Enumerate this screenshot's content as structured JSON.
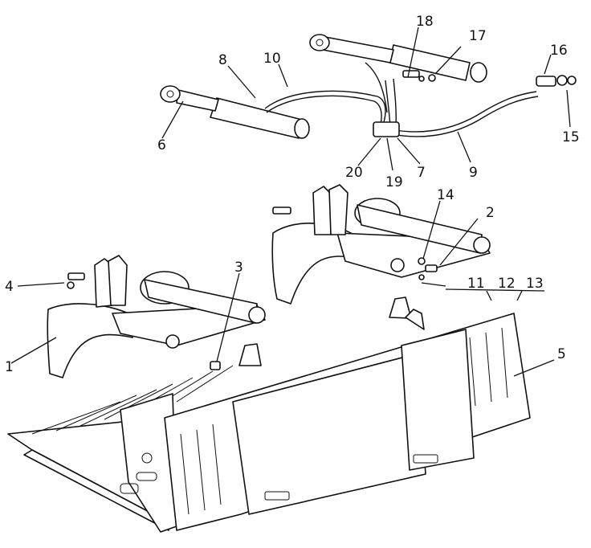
{
  "callouts": [
    {
      "id": "1",
      "text": "1"
    },
    {
      "id": "2",
      "text": "2"
    },
    {
      "id": "3",
      "text": "3"
    },
    {
      "id": "4",
      "text": "4"
    },
    {
      "id": "5",
      "text": "5"
    },
    {
      "id": "6",
      "text": "6"
    },
    {
      "id": "7",
      "text": "7"
    },
    {
      "id": "8",
      "text": "8"
    },
    {
      "id": "9",
      "text": "9"
    },
    {
      "id": "10",
      "text": "10"
    },
    {
      "id": "11",
      "text": "11"
    },
    {
      "id": "12",
      "text": "12"
    },
    {
      "id": "13",
      "text": "13"
    },
    {
      "id": "14",
      "text": "14"
    },
    {
      "id": "15",
      "text": "15"
    },
    {
      "id": "16",
      "text": "16"
    },
    {
      "id": "17",
      "text": "17"
    },
    {
      "id": "18",
      "text": "18"
    },
    {
      "id": "19",
      "text": "19"
    },
    {
      "id": "20",
      "text": "20"
    }
  ],
  "colors": {
    "ink": "#111111",
    "paper": "#ffffff"
  }
}
